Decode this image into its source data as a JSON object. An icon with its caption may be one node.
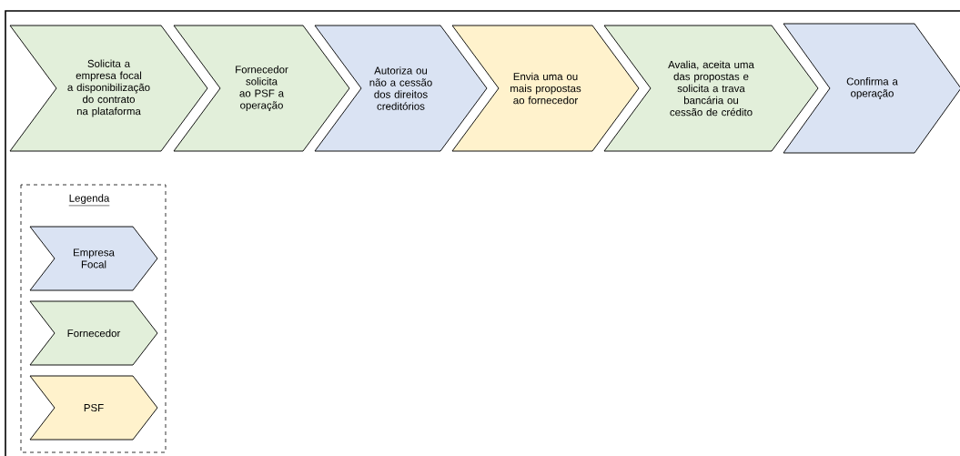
{
  "diagram": {
    "nodes": [
      {
        "text": [
          "Solicita a empresa focal a disponibilização do contrato na plataforma"
        ]
      },
      {
        "text": [
          "Fornecedor solicita ao PSF a operação"
        ]
      },
      {
        "text": [
          "Autoriza ou não a cessão dos direitos creditórios"
        ]
      },
      {
        "text": [
          "Envia uma ou mais propostas ao fornecedor"
        ]
      },
      {
        "text": [
          "Avalia, aceita uma das propostas e solicita a trava bancária ou cessão de crédito"
        ]
      },
      {
        "text": [
          "Confirma a operação"
        ]
      }
    ],
    "labels": [
      "Legenda"
    ],
    "legend": [
      {
        "text": "Empresa Focal",
        "color": "#dae3f3"
      },
      {
        "text": "Fornecedor",
        "color": "#e2efda"
      },
      {
        "text": "PSF",
        "color": "#fff2cc"
      }
    ]
  }
}
